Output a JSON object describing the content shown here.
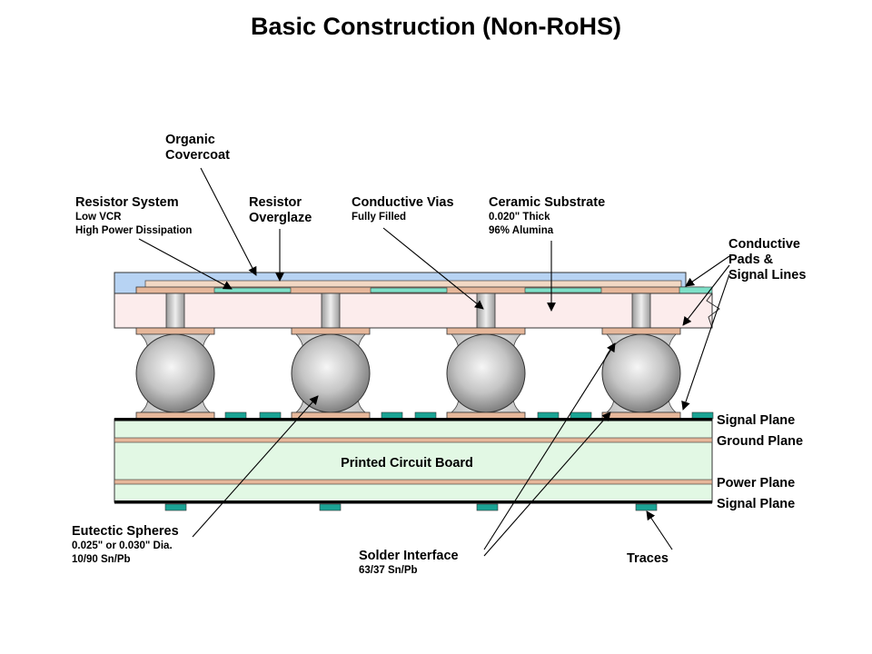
{
  "title": "Basic Construction (Non-RoHS)",
  "labels": {
    "organic_covercoat": [
      "Organic",
      "Covercoat"
    ],
    "resistor_system": {
      "title": "Resistor System",
      "lines": [
        "Low VCR",
        "High Power Dissipation"
      ]
    },
    "resistor_overglaze": [
      "Resistor",
      "Overglaze"
    ],
    "conductive_vias": {
      "title": "Conductive Vias",
      "lines": [
        "Fully Filled"
      ]
    },
    "ceramic_substrate": {
      "title": "Ceramic Substrate",
      "lines": [
        "0.020\" Thick",
        "96% Alumina"
      ]
    },
    "conductive_pads": [
      "Conductive",
      "Pads &",
      "Signal Lines"
    ],
    "eutectic_spheres": {
      "title": "Eutectic Spheres",
      "lines": [
        "0.025\" or 0.030\" Dia.",
        "10/90 Sn/Pb"
      ]
    },
    "solder_interface": {
      "title": "Solder Interface",
      "lines": [
        "63/37 Sn/Pb"
      ]
    },
    "traces": "Traces",
    "pcb": "Printed Circuit Board",
    "planes": [
      "Signal Plane",
      "Ground Plane",
      "Power Plane",
      "Signal Plane"
    ]
  },
  "colors": {
    "covercoat": "#b7d3f3",
    "overglaze": "#f2d8c4",
    "resistor": "#7ee0c8",
    "substrate": "#fcecec",
    "pad": "#e6b79a",
    "pcb": "#e2f8e4",
    "trace": "#1aa394",
    "via": "#c8c8c8"
  }
}
